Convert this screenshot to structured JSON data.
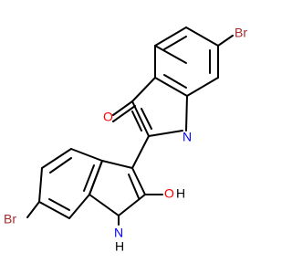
{
  "molecule": {
    "atoms": {
      "br_top": "Br",
      "o_ketone": "O",
      "n_imine": "N",
      "o_hydroxyl": "O",
      "h_hydroxyl": "H",
      "nh_n": "N",
      "nh_h": "H",
      "br_bottom": "Br"
    },
    "colors": {
      "carbon_bond": "#000000",
      "oxygen": "#ff0000",
      "nitrogen": "#0000ff",
      "bromine": "#a52a2a"
    }
  }
}
